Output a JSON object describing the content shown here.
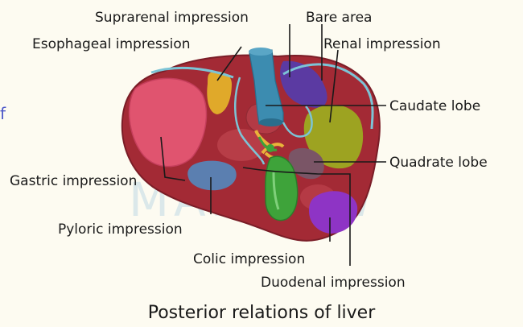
{
  "labels": {
    "suprarenal": "Suprarenal impression",
    "bare_area": "Bare area",
    "esophageal": "Esophageal impression",
    "renal": "Renal impression",
    "caudate": "Caudate lobe",
    "quadrate": "Quadrate lobe",
    "gastric": "Gastric impression",
    "pyloric": "Pyloric impression",
    "colic": "Colic impression",
    "duodenal": "Duodenal impression"
  },
  "caption": "Posterior relations of liver",
  "left_edge_glyph": "f",
  "watermark": "MARROW",
  "colors": {
    "liver": "#a32a35",
    "gastric": "#e0546f",
    "esophageal": "#e0a92a",
    "renal": "#9da321",
    "bare_area": "#5b3aa2",
    "caudate": "#b33a45",
    "quadrate": "#7a5566",
    "pyloric": "#5b7fb0",
    "duodenal": "#8e34c5",
    "gallbladder": "#3ea33a",
    "ivc": "#3c8cb0",
    "vessels": "#7cc4d6",
    "portal": "#e9b43a",
    "lead": "#1a1a1a"
  }
}
